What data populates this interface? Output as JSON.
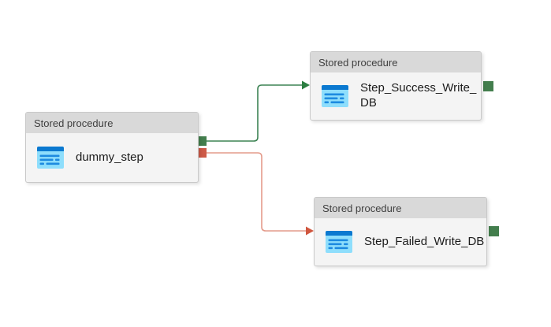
{
  "canvas": {
    "background": "#ffffff"
  },
  "diagram": {
    "nodes": [
      {
        "id": "dummy_step",
        "type_label": "Stored procedure",
        "title": "dummy_step"
      },
      {
        "id": "step_success_write_db",
        "type_label": "Stored procedure",
        "title": "Step_Success_Write_DB"
      },
      {
        "id": "step_failed_write_db",
        "type_label": "Stored procedure",
        "title": "Step_Failed_Write_DB"
      }
    ],
    "edges": [
      {
        "from": "dummy_step",
        "to": "step_success_write_db",
        "condition": "success",
        "line_color": "#3d8354",
        "arrow_color": "#2b7e41"
      },
      {
        "from": "dummy_step",
        "to": "step_failed_write_db",
        "condition": "failure",
        "line_color": "#e49b8b",
        "arrow_color": "#d0563e"
      }
    ],
    "ports": [
      {
        "node": "dummy_step",
        "kind": "success-output",
        "color": "#437e4d"
      },
      {
        "node": "dummy_step",
        "kind": "failure-output",
        "color": "#cd5a47"
      },
      {
        "node": "step_success_write_db",
        "kind": "success-output",
        "color": "#437e4d"
      },
      {
        "node": "step_failed_write_db",
        "kind": "success-output",
        "color": "#437e4d"
      }
    ],
    "node_style": {
      "header_bg": "#d9d9d9",
      "body_bg": "#f4f4f4",
      "border": "#c9c9c9",
      "header_text": "#404040",
      "title_text": "#1b1b1b"
    },
    "icon": {
      "name": "stored-procedure-icon",
      "bg": "#8edefc",
      "bar": "#0b79d0",
      "line": "#1d8be0"
    }
  }
}
